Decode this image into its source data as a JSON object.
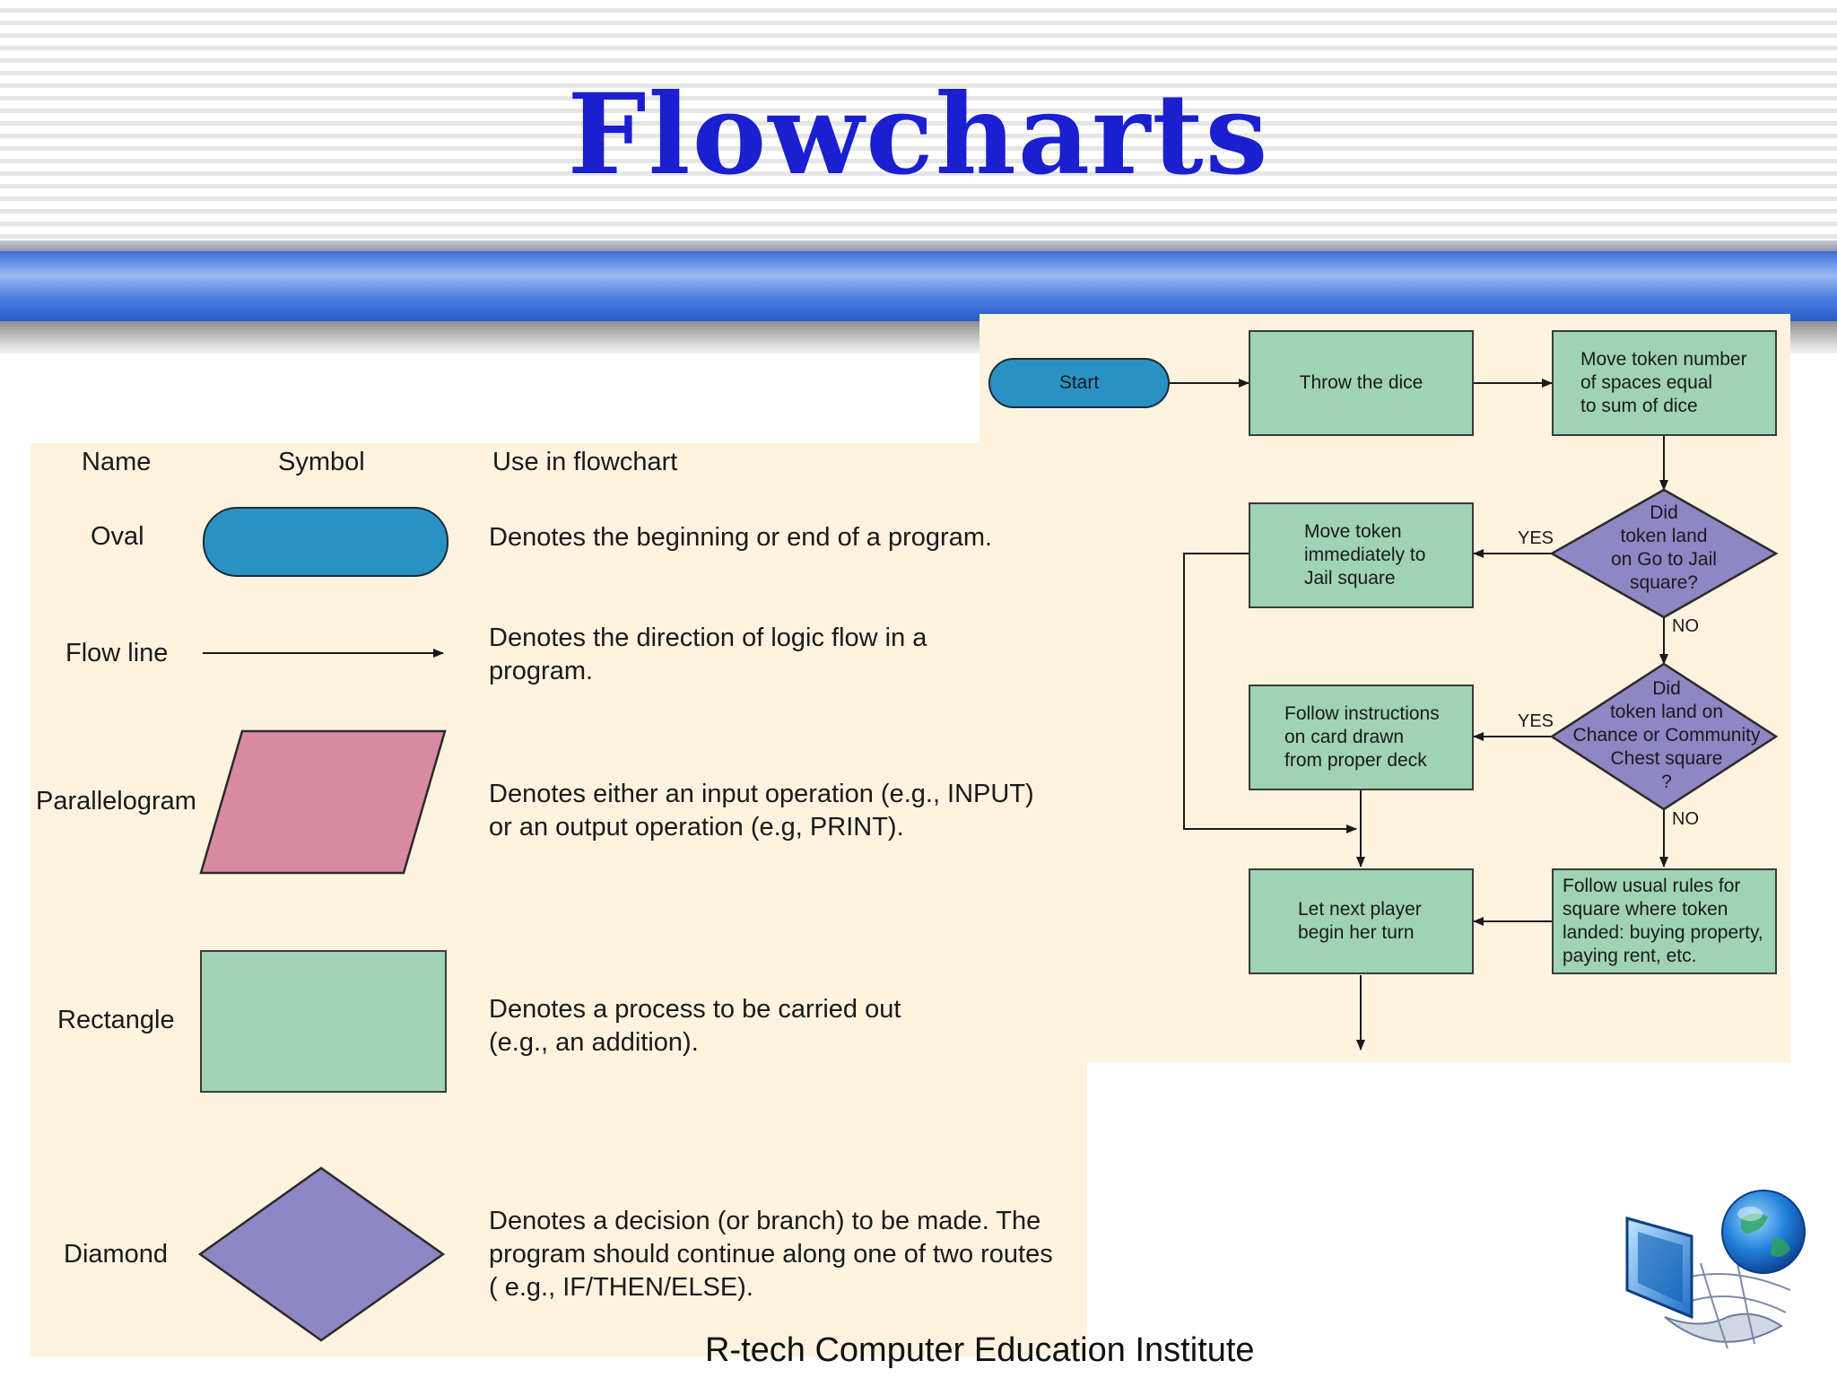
{
  "title": "Flowcharts",
  "footer": "R-tech Computer Education Institute",
  "colors": {
    "title": "#1a1fcf",
    "oval": "#2a92c3",
    "process": "#9fd3b4",
    "io": "#d98aa3",
    "decision": "#8f86c4",
    "panel": "#fdf3df"
  },
  "legend": {
    "headers": {
      "name": "Name",
      "symbol": "Symbol",
      "use": "Use in flowchart"
    },
    "rows": [
      {
        "name": "Oval",
        "description": "Denotes the beginning or end of a program."
      },
      {
        "name": "Flow line",
        "description": "Denotes the direction of logic flow in a\n program."
      },
      {
        "name": "Parallelogram",
        "description": "Denotes either an input operation (e.g., INPUT)\n or an output operation (e.g, PRINT)."
      },
      {
        "name": "Rectangle",
        "description": "Denotes  a process to be carried out\n(e.g., an addition)."
      },
      {
        "name": "Diamond",
        "description": "Denotes  a decision (or branch) to be made. The\nprogram should continue along one of two routes\n( e.g., IF/THEN/ELSE)."
      }
    ]
  },
  "flowchart": {
    "start": "Start",
    "throw": "Throw the dice",
    "move_sum": "Move token number\nof spaces equal\nto sum of dice",
    "jail_question": "Did\ntoken land\non Go to Jail\nsquare?",
    "move_jail": "Move token\nimmediately to\nJail square",
    "chance_question": "Did\ntoken land on\nChance or Community\nChest square\n?",
    "follow_card": "Follow instructions\non card drawn\nfrom proper deck",
    "usual_rules": "Follow usual rules for\nsquare where token\nlanded: buying property,\npaying rent, etc.",
    "next_player": "Let next player\nbegin her turn",
    "yes_label": "YES",
    "no_label": "NO"
  },
  "icons": {
    "logo": "globe-computer-logo-icon"
  }
}
